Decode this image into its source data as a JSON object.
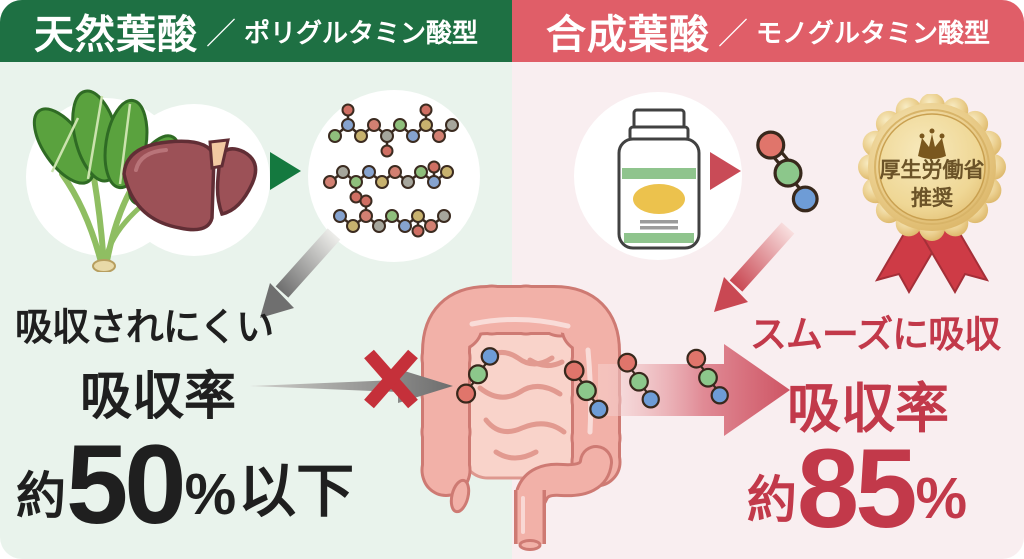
{
  "infographic": {
    "left": {
      "header": {
        "title": "天然葉酸",
        "separator": "／",
        "subtitle": "ポリグルタミン酸型"
      },
      "caption": "吸収されにくい",
      "rate_label": "吸収率",
      "rate": {
        "prefix": "約",
        "number": "50",
        "unit": "%",
        "suffix": "以下"
      },
      "icons": {
        "foods": "spinach-and-liver",
        "molecule": "polyglutamate-chain",
        "arrow": "green-triangle-right",
        "flow": "gray-arrow-blocked",
        "blocked": "red-x-mark"
      },
      "colors": {
        "header_bg": "#1E7043",
        "panel_bg": "#E9F3EC",
        "text": "#1F1F1F"
      }
    },
    "right": {
      "header": {
        "title": "合成葉酸",
        "separator": "／",
        "subtitle": "モノグルタミン酸型"
      },
      "caption": "スムーズに吸収",
      "rate_label": "吸収率",
      "rate": {
        "prefix": "約",
        "number": "85",
        "unit": "%",
        "suffix": ""
      },
      "badge": {
        "line1": "厚生労働省",
        "line2": "推奨",
        "icon": "crown",
        "colors": {
          "gold": "#E7C377",
          "ribbon": "#CE3B46"
        }
      },
      "icons": {
        "supplement": "bottle",
        "molecule": "monoglutamate",
        "arrow": "red-triangle-right",
        "flow": "pink-arrow-absorbed"
      },
      "colors": {
        "header_bg": "#E05E68",
        "panel_bg": "#F9EEF0",
        "text": "#C2394A"
      }
    },
    "center": {
      "organ": "intestines"
    }
  }
}
